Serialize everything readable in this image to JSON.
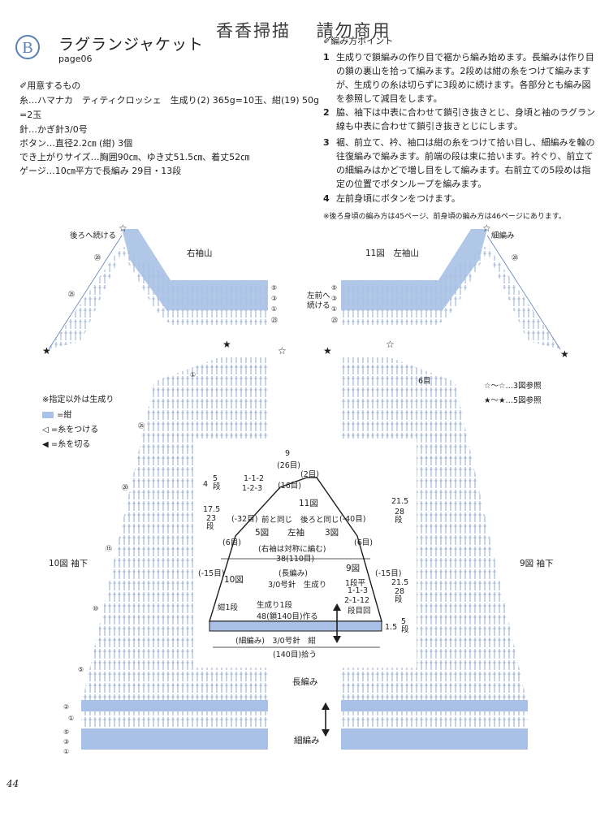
{
  "header": {
    "logo_letter": "B",
    "title": "ラグランジャケット",
    "page_ref": "page06",
    "scan_mark": "香香掃描　 請勿商用"
  },
  "materials": {
    "heading": "用意するもの",
    "lines": [
      "糸…ハマナカ　ティティクロッシェ　生成り(2) 365g=10玉、紺(19) 50g",
      "=2玉",
      "針…かぎ針3/0号",
      "ボタン…直径2.2㎝ (紺) 3個",
      "でき上がりサイズ…胸囲90㎝、ゆき丈51.5㎝、着丈52㎝",
      "ゲージ…10㎝平方で長編み 29目・13段"
    ]
  },
  "instructions": {
    "heading": "編み方ポイント",
    "steps": [
      {
        "num": "1",
        "text": "生成りで鎖編みの作り目で裾から編み始めます。長編みは作り目の鎖の裏山を拾って編みます。2段めは紺の糸をつけて編みますが、生成りの糸は切らずに3段めに続けます。各部分とも編み図を参照して減目をします。"
      },
      {
        "num": "2",
        "text": "脇、袖下は中表に合わせて鎖引き抜きとじ、身頃と袖のラグラン線も中表に合わせて鎖引き抜きとじにします。"
      },
      {
        "num": "3",
        "text": "裾、前立て、衿、袖口は紺の糸をつけて拾い目し、細編みを輪の往復編みで編みます。前端の段は束に拾います。衿ぐり、前立ての細編みはかどで増し目をして編みます。右前立ての5段めは指定の位置でボタンループを編みます。"
      },
      {
        "num": "4",
        "text": "左前身頃にボタンをつけます。"
      }
    ],
    "note": "※後ろ身頃の編み方は45ページ、前身頃の編み方は46ページにあります。"
  },
  "diagram": {
    "right_sleeve_cap": "右袖山",
    "left_sleeve_cap": "11図　左袖山",
    "continue_back": "後ろへ続ける",
    "continue_front_1": "左前へ",
    "continue_front_2": "続ける",
    "border_label": "細編み",
    "six_rows": "6目",
    "ref_white": "☆～☆…3図参照",
    "ref_black": "★～★…5図参照",
    "legend": [
      "※指定以外は生成り",
      "=紺",
      "=糸をつける",
      "=糸を切る"
    ],
    "sleeve_left_label": "10図 袖下",
    "sleeve_right_label": "9図 袖下",
    "body_label": "長編み",
    "hem_label": "細編み",
    "numbers_left": [
      "㉘",
      "㉕",
      "⑤",
      "③",
      "①",
      "㉓"
    ],
    "numbers_right": [
      "⑤",
      "③",
      "①",
      "㉓",
      "㉘"
    ],
    "side_numbers": [
      "①",
      "㉕",
      "⑳",
      "⑮",
      "⑩",
      "⑤",
      "②",
      "①",
      "⑤",
      "③",
      "①"
    ]
  },
  "schematic": {
    "top_width_cm": "9",
    "top_width_st": "(26目)",
    "two_st": "(2目)",
    "sixteen_st": "(16目)",
    "dec_rule_1": "1-1-2",
    "dec_rule_2": "1-2-3",
    "cap_rows_a": "4",
    "cap_rows_b": "5段",
    "mid_cm": "17.5",
    "mid_rows": "23段",
    "minus_32": "(-32目)",
    "minus_40": "(-40目)",
    "same_front": "前と同じ",
    "same_back": "後ろと同じ",
    "fig11": "11図",
    "fig5": "5図",
    "left_sleeve": "左袖",
    "fig3": "3図",
    "six_left": "(6目)",
    "six_right": "(6目)",
    "symmetry": "(右袖は対称に編む)",
    "width_38": "38(110目)",
    "minus_15_l": "(-15目)",
    "minus_15_r": "(-15目)",
    "fig9": "9図",
    "fig10": "10図",
    "stitch": "(長編み)",
    "needle": "3/0号針　生成り",
    "row_flat": "1段平",
    "rule_113": "1-1-3",
    "rule_2112": "2-1-12",
    "row_times": "段目回",
    "right_cm_1": "21.5",
    "right_rows_1": "28段",
    "right_cm_2": "21.5",
    "right_rows_2": "28段",
    "navy_row": "紺1段",
    "natural_row": "生成り1段",
    "cast_on": "48(鎖140目)作る",
    "cuff_cm": "1.5",
    "cuff_rows": "5段",
    "cuff_stitch": "(細編み)　3/0号針　紺",
    "pick_up": "(140目)拾う"
  },
  "page_number": "44",
  "colors": {
    "navy_fill": "#a9c1e6",
    "line": "#5c7fb6",
    "ink": "#1e1e1e"
  }
}
